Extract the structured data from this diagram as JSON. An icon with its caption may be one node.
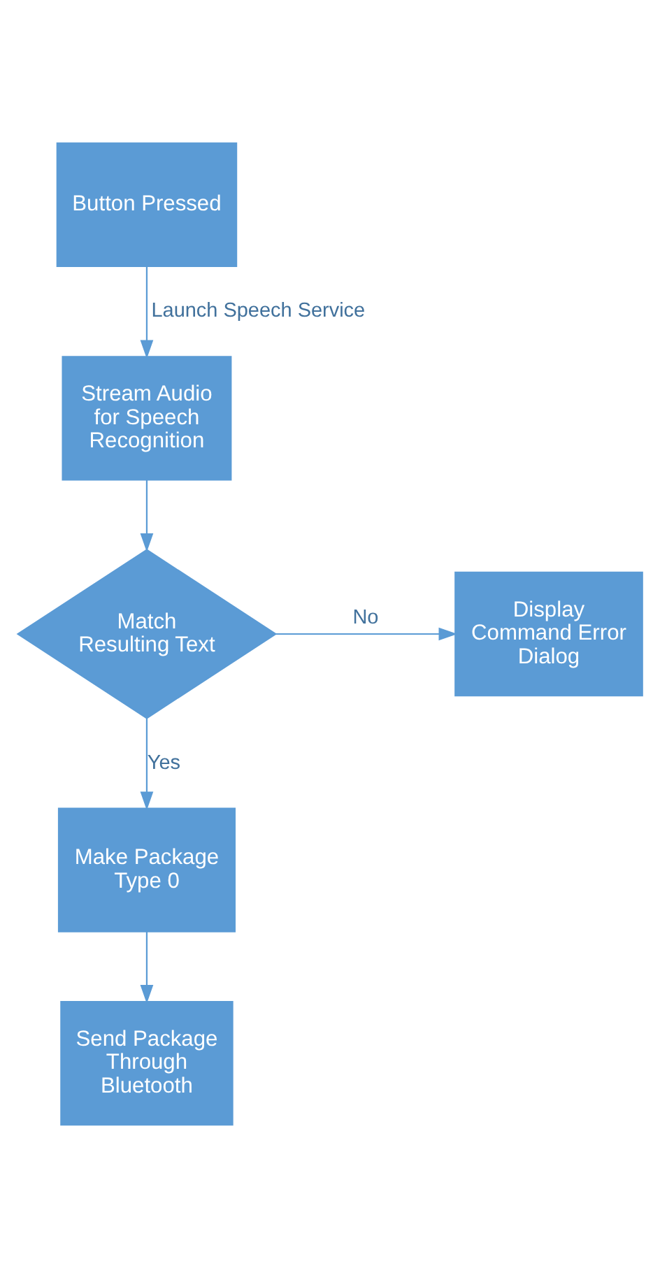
{
  "diagram": {
    "nodes": [
      {
        "text": [
          "Button Pressed"
        ]
      },
      {
        "text": [
          "Stream Audio for Speech Recognition"
        ]
      },
      {
        "text": [
          "Match Resulting Text"
        ]
      },
      {
        "text": [
          "Display Command Error Dialog"
        ]
      },
      {
        "text": [
          "Make Package Type 0"
        ]
      },
      {
        "text": [
          "Send Package Through Bluetooth"
        ]
      }
    ],
    "edges": [
      {
        "from": 0,
        "to": 1,
        "arrow": "to",
        "label": "Launch Speech Service"
      },
      {
        "from": 1,
        "to": 2,
        "arrow": "to"
      },
      {
        "from": 2,
        "to": 3,
        "arrow": "to",
        "label": "No"
      },
      {
        "from": 2,
        "to": 4,
        "arrow": "to",
        "label": "Yes"
      },
      {
        "from": 4,
        "to": 5,
        "arrow": "to"
      }
    ]
  }
}
